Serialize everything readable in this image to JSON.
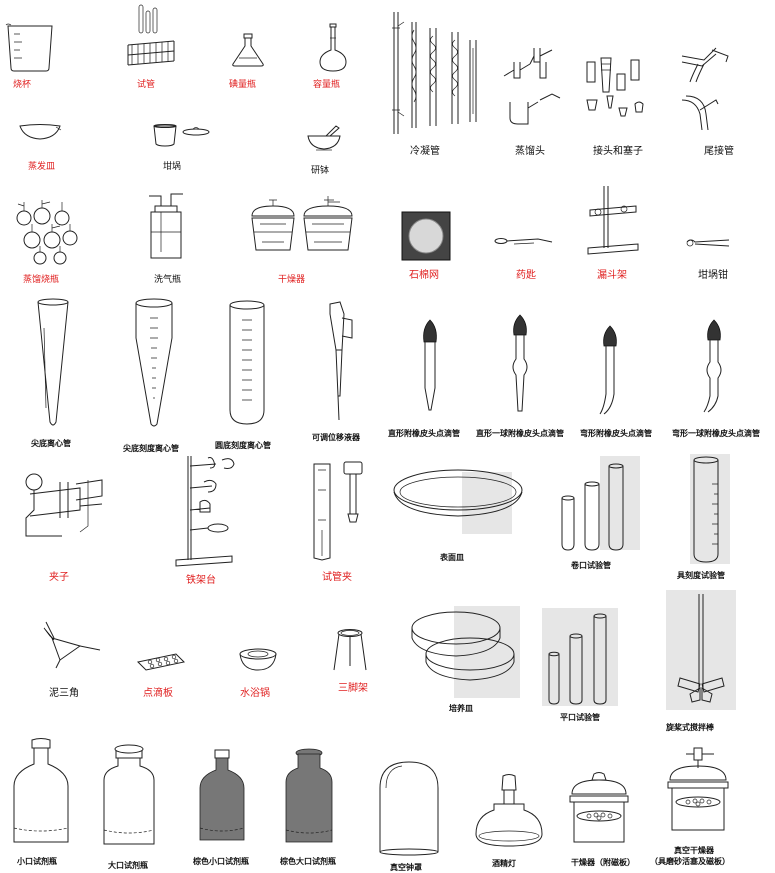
{
  "labels": {
    "beaker": "烧杯",
    "test_tube": "试管",
    "iodine_flask": "碘量瓶",
    "volumetric_flask": "容量瓶",
    "evaporating_dish": "蒸发皿",
    "crucible": "坩埚",
    "mortar": "研钵",
    "distillation_flask": "蒸馏烧瓶",
    "gas_washing_bottle": "洗气瓶",
    "desiccator": "干燥器",
    "condenser": "冷凝管",
    "distillation_head": "蒸馏头",
    "adapter_stopper": "接头和塞子",
    "tail_tube": "尾接管",
    "asbestos_gauze": "石棉网",
    "spatula": "药匙",
    "funnel_stand": "漏斗架",
    "crucible_tongs": "坩埚钳",
    "conical_centrifuge": "尖底离心管",
    "graduated_conical_centrifuge": "尖底刻度离心管",
    "round_graduated_centrifuge": "圆底刻度离心管",
    "pipette": "可调位移液器",
    "dropper_1": "直形附橡皮头点滴管",
    "dropper_2": "直形一球附橡皮头点滴管",
    "dropper_3": "弯形附橡皮头点滴管",
    "dropper_4": "弯形一球附橡皮头点滴管",
    "clamp": "夹子",
    "iron_stand": "铁架台",
    "tube_holder": "试管夹",
    "watch_glass": "表面皿",
    "rolled_tube": "卷口试验管",
    "graduated_test_tube": "具刻度试验管",
    "clay_triangle": "泥三角",
    "spot_plate": "点滴板",
    "water_bath": "水浴锅",
    "tripod": "三脚架",
    "petri_dish": "培养皿",
    "flat_tube": "平口试验管",
    "paddle_stirrer": "旋桨式搅拌棒",
    "narrow_bottle": "小口试剂瓶",
    "wide_bottle": "大口试剂瓶",
    "brown_narrow_bottle": "棕色小口试剂瓶",
    "brown_wide_bottle": "棕色大口试剂瓶",
    "bell_jar": "真空钟罩",
    "alcohol_lamp": "酒精灯",
    "desiccator_plate": "干燥器（附磁板）",
    "vacuum_desiccator_1": "真空干燥器",
    "vacuum_desiccator_2": "（具磨砂活塞及磁板）"
  },
  "colors": {
    "red_label": "#e02020",
    "black_label": "#111111"
  }
}
